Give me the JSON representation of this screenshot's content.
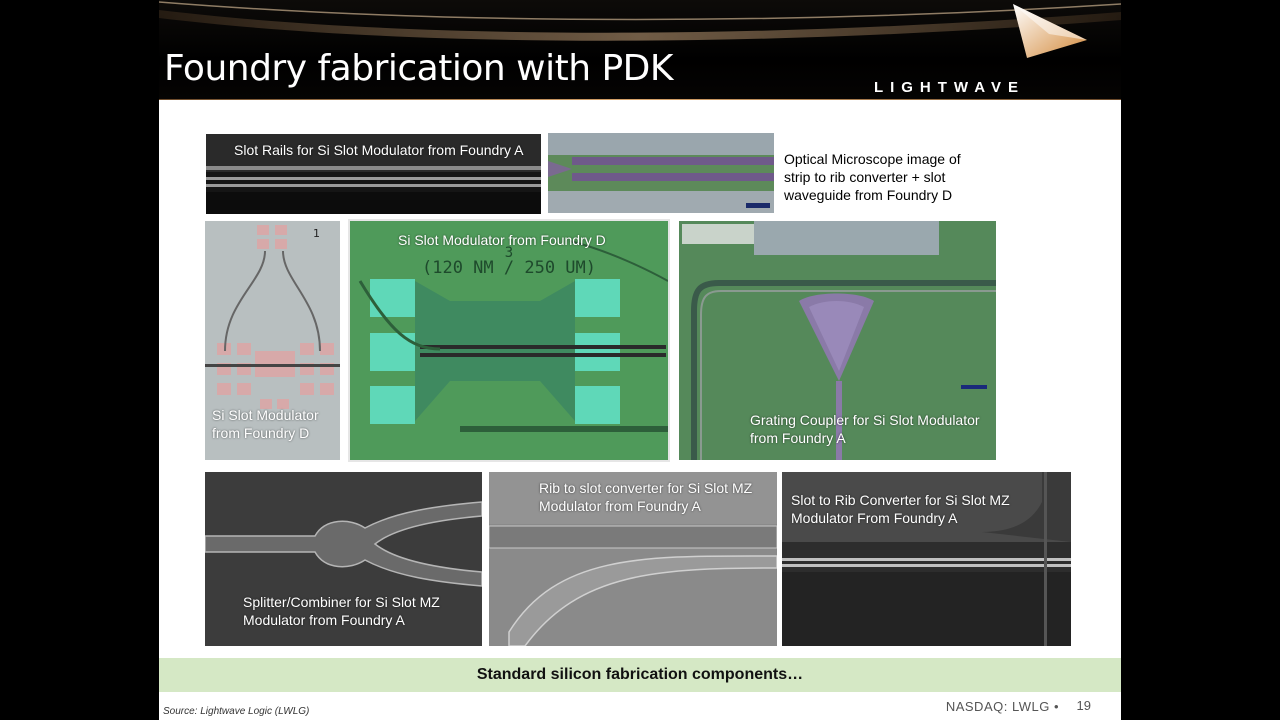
{
  "slide": {
    "title": "Foundry fabrication with PDK",
    "brand": "LIGHTWAVE",
    "footer_banner": "Standard silicon fabrication components…",
    "source": "Source: Lightwave Logic (LWLG)",
    "ticker": "NASDAQ: LWLG •",
    "page_number": "19"
  },
  "panels": {
    "slot_rails": "Slot Rails for Si Slot Modulator from Foundry A",
    "microscope_caption": "Optical Microscope image of strip to rib converter + slot waveguide from Foundry D",
    "si_slot_small": "Si Slot Modulator from Foundry D",
    "si_slot_large": "Si Slot Modulator from Foundry D",
    "chip_marking": "3\n(120 NM / 250 UM)",
    "grating_coupler": "Grating Coupler for Si Slot Modulator from Foundry A",
    "splitter": "Splitter/Combiner for Si Slot MZ Modulator from Foundry A",
    "rib_to_slot": "Rib to slot converter for Si Slot MZ Modulator from Foundry A",
    "slot_to_rib": "Slot to Rib Converter for Si Slot MZ Modulator From Foundry A"
  },
  "colors": {
    "banner_bg": "#d5e8c5",
    "header_accent": "#d8a46a",
    "chip_green": "#4f9a5a",
    "pad_cyan": "#5fd8b8"
  }
}
